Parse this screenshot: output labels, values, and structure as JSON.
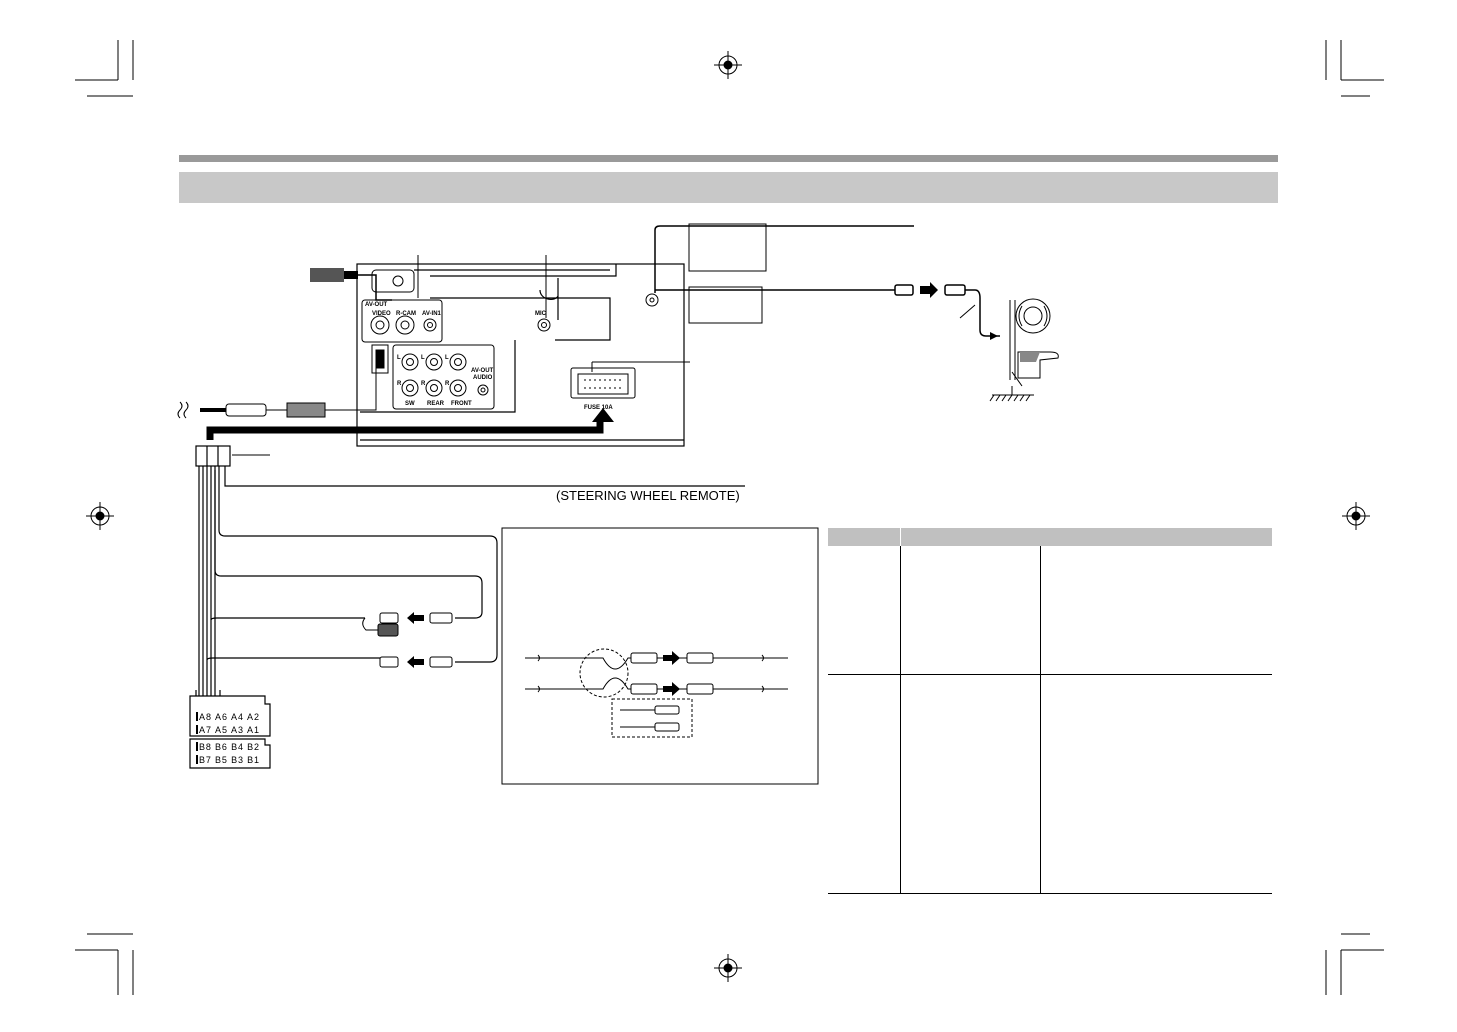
{
  "header": {
    "top_bar_color": "#9a9a9a",
    "title_bar_color": "#c8c8c8",
    "title": ""
  },
  "unit_panel": {
    "label_av_out": "AV-OUT",
    "label_video": "VIDEO",
    "label_r_cam": "R-CAM",
    "label_av_in": "AV-IN1",
    "label_mic": "MIC",
    "label_l": "L",
    "label_r": "R",
    "label_sw": "SW",
    "label_rear": "REAR",
    "label_front": "FRONT",
    "label_av_out_audio_1": "AV-OUT",
    "label_av_out_audio_2": "AUDIO",
    "label_fuse": "FUSE 10A"
  },
  "steering_wheel_remote": "(STEERING WHEEL REMOTE)",
  "iso_connector": {
    "row_a1": [
      "A8",
      "A6",
      "A4",
      "A2"
    ],
    "row_a2": [
      "A7",
      "A5",
      "A3",
      "A1"
    ],
    "row_b1": [
      "B8",
      "B6",
      "B4",
      "B2"
    ],
    "row_b2": [
      "B7",
      "B5",
      "B3",
      "B1"
    ]
  },
  "icons": [
    "usb-plug-icon",
    "antenna-plug-icon",
    "parking-brake-lamp-icon",
    "brake-lever-icon",
    "ground-icon",
    "arrow-right-icon",
    "arrow-left-icon"
  ],
  "spec_table": {
    "header_color": "#c0c0c0"
  }
}
